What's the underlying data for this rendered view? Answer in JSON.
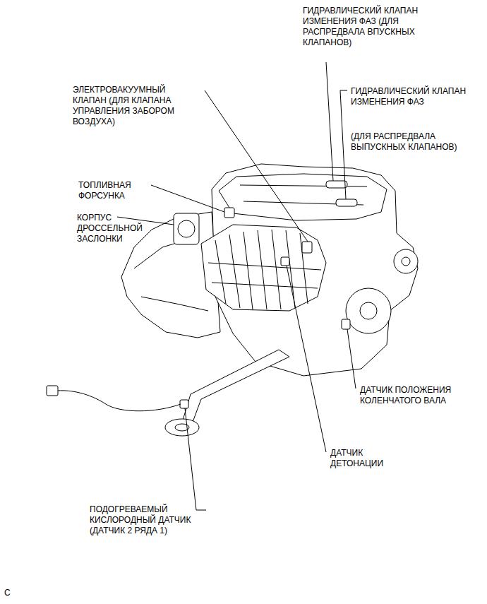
{
  "diagram": {
    "labels": [
      "ГИДРАВЛИЧЕСКИЙ КЛАПАН ИЗМЕНЕНИЯ ФАЗ (ДЛЯ РАСПРЕДВАЛА ВПУСКНЫХ КЛАПАНОВ)",
      "ЭЛЕКТРОВАКУУМНЫЙ КЛАПАН (ДЛЯ КЛАПАНА УПРАВЛЕНИЯ ЗАБОРОМ ВОЗДУХА)",
      "ГИДРАВЛИЧЕСКИЙ КЛАПАН ИЗМЕНЕНИЯ ФАЗ",
      "(ДЛЯ РАСПРЕДВАЛА ВЫПУСКНЫХ КЛАПАНОВ)",
      "ТОПЛИВНАЯ ФОРСУНКА",
      "КОРПУС ДРОССЕЛЬНОЙ ЗАСЛОНКИ",
      "ДАТЧИК ПОЛОЖЕНИЯ КОЛЕНЧАТОГО ВАЛА",
      "ДАТЧИК ДЕТОНАЦИИ",
      "ПОДОГРЕВАЕМЫЙ КИСЛОРОДНЫЙ ДАТЧИК (ДАТЧИК 2 РЯДА 1)",
      "C"
    ]
  }
}
